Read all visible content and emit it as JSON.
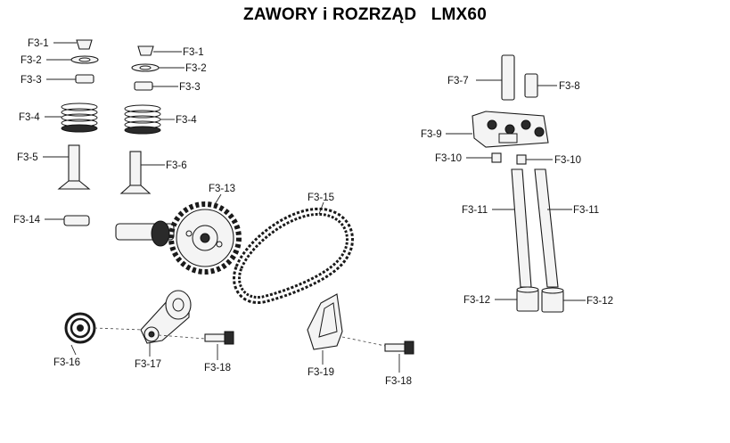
{
  "title": "ZAWORY i ROZRZĄD   LMX60",
  "labels": {
    "f3_1": "F3-1",
    "f3_2": "F3-2",
    "f3_3": "F3-3",
    "f3_4": "F3-4",
    "f3_5": "F3-5",
    "f3_6": "F3-6",
    "f3_7": "F3-7",
    "f3_8": "F3-8",
    "f3_9": "F3-9",
    "f3_10": "F3-10",
    "f3_11": "F3-11",
    "f3_12": "F3-12",
    "f3_13": "F3-13",
    "f3_14": "F3-14",
    "f3_15": "F3-15",
    "f3_16": "F3-16",
    "f3_17": "F3-17",
    "f3_18": "F3-18",
    "f3_19": "F3-19"
  }
}
